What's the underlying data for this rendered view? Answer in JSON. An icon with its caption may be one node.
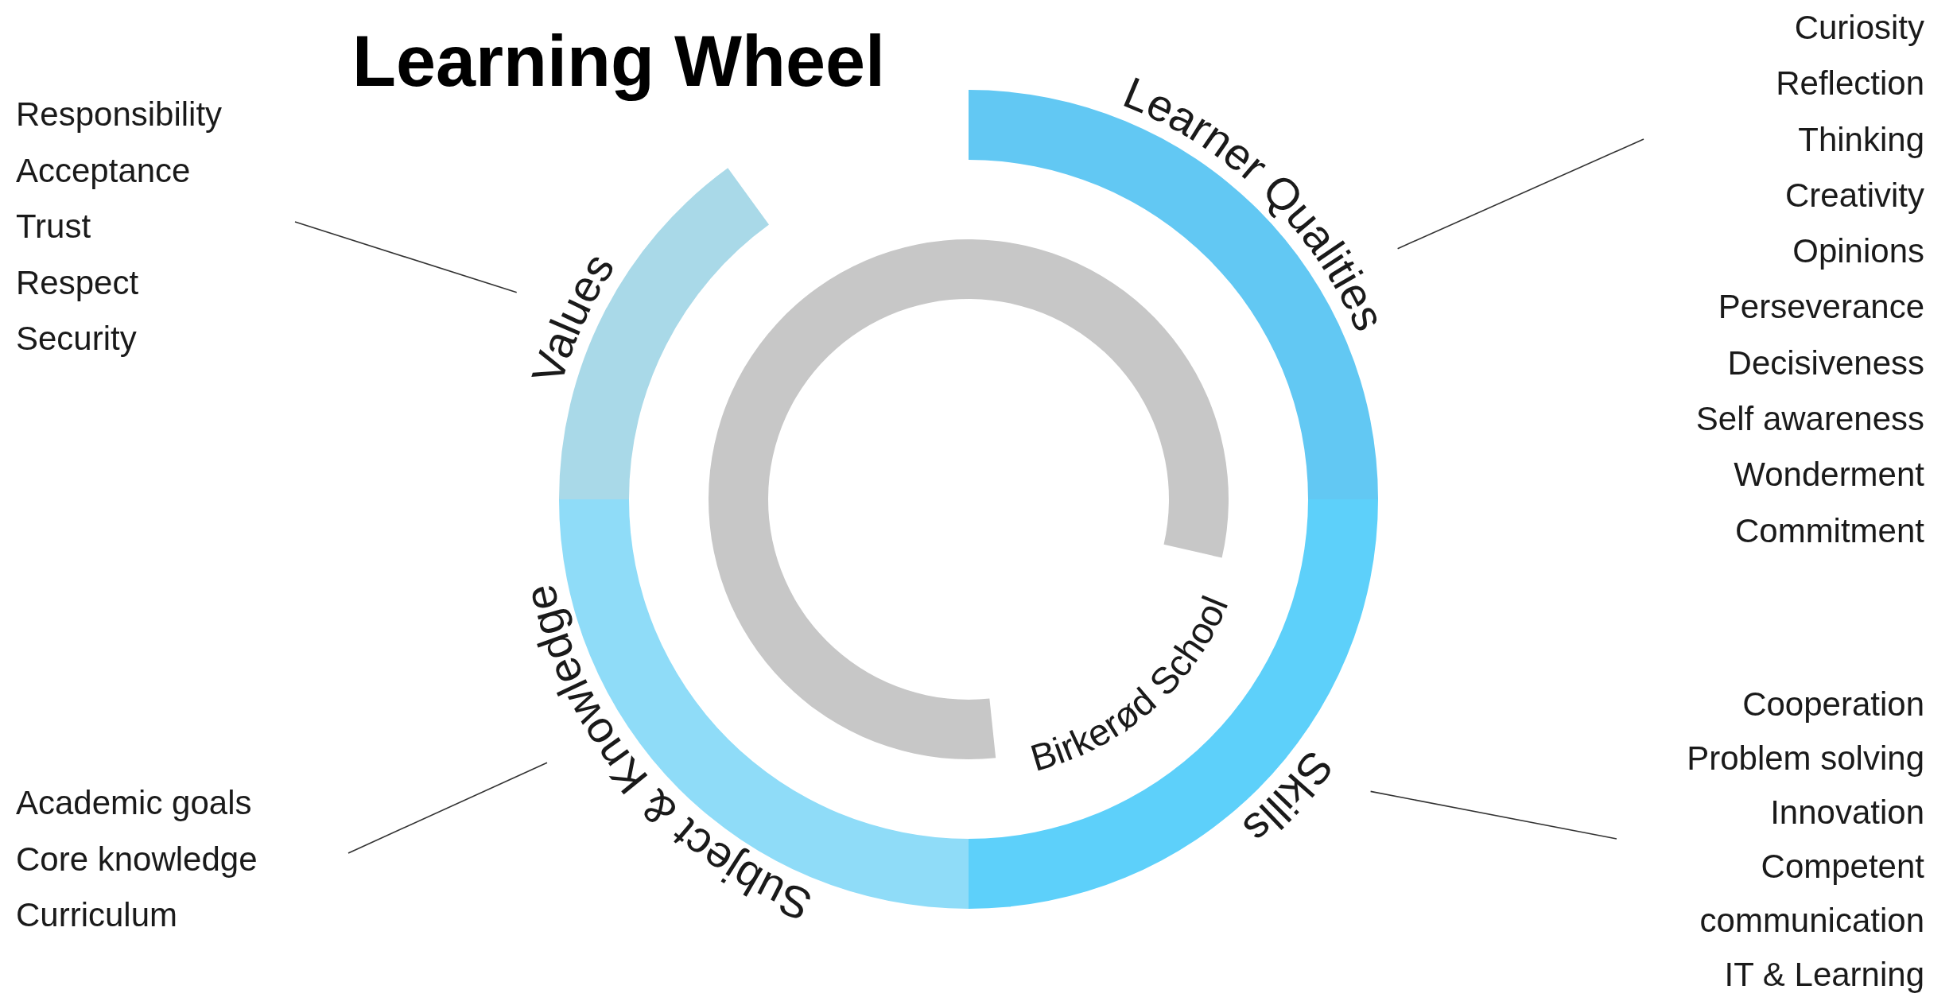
{
  "diagram": {
    "title": "Learning Wheel",
    "nodes": [
      {
        "text": [
          "Responsibility",
          "Acceptance",
          "Trust",
          "Respect",
          "Security"
        ]
      },
      {
        "text": [
          "Values"
        ]
      },
      {
        "text": [
          "Learner Qualities"
        ]
      },
      {
        "text": [
          "Curiosity",
          "Reflection",
          "Thinking",
          "Creativity",
          "Opinions",
          "Perseverance",
          "Decisiveness",
          "Self awareness",
          "Wonderment",
          "Commitment"
        ]
      },
      {
        "text": [
          "Birkerød School"
        ]
      },
      {
        "text": [
          "Skills"
        ]
      },
      {
        "text": [
          "Cooperation",
          "Problem solving",
          "Innovation",
          "Competent communication",
          "IT & Learning"
        ]
      },
      {
        "text": [
          "Academic goals",
          "Core knowledge",
          "Curriculum"
        ]
      },
      {
        "text": [
          "Subject & Knowledge"
        ]
      }
    ],
    "edges": [
      {
        "from": 0,
        "to": 1,
        "arrow": "none"
      },
      {
        "from": 3,
        "to": 2,
        "arrow": "none"
      },
      {
        "from": 6,
        "to": 5,
        "arrow": "none"
      },
      {
        "from": 7,
        "to": 8,
        "arrow": "none"
      }
    ]
  }
}
